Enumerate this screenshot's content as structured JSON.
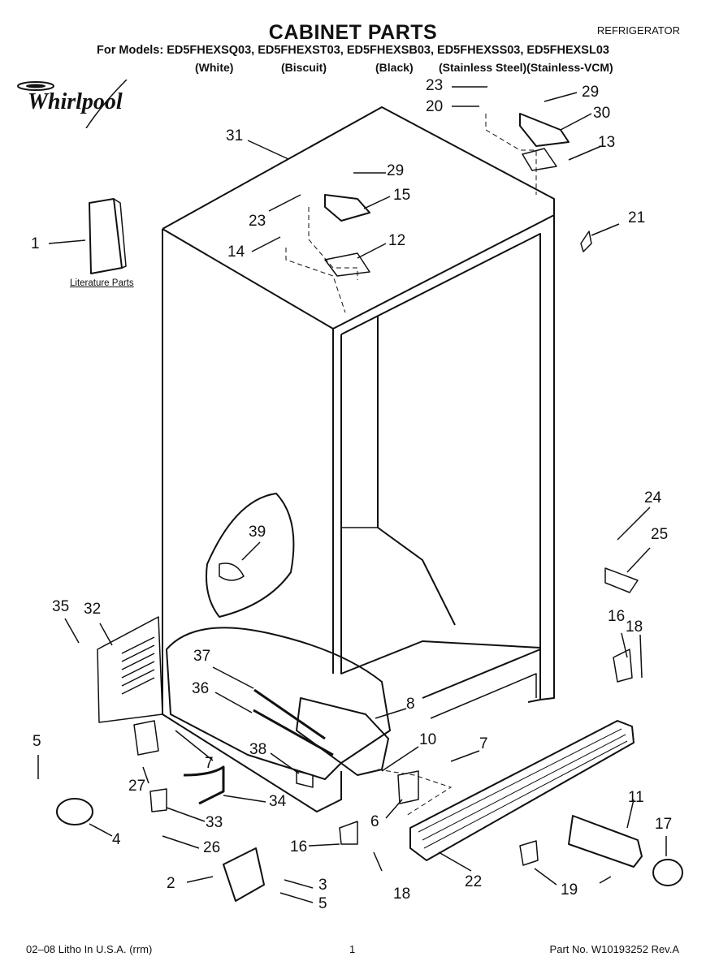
{
  "header": {
    "title": "CABINET PARTS",
    "category": "REFRIGERATOR",
    "models_line": "For Models: ED5FHEXSQ03, ED5FHEXST03, ED5FHEXSB03, ED5FHEXSS03, ED5FHEXSL03",
    "variants": [
      "(White)",
      "(Biscuit)",
      "(Black)",
      "(Stainless Steel)(Stainless-VCM)"
    ]
  },
  "brand": {
    "name": "Whirlpool"
  },
  "labels": {
    "literature": "Literature Parts"
  },
  "callouts": {
    "c1": "1",
    "c2": "2",
    "c3": "3",
    "c4": "4",
    "c5a": "5",
    "c5b": "5",
    "c6": "6",
    "c7a": "7",
    "c7b": "7",
    "c8": "8",
    "c10": "10",
    "c11": "11",
    "c12": "12",
    "c13": "13",
    "c14": "14",
    "c15": "15",
    "c16a": "16",
    "c16b": "16",
    "c17": "17",
    "c18a": "18",
    "c18b": "18",
    "c19": "19",
    "c20": "20",
    "c21": "21",
    "c22": "22",
    "c23a": "23",
    "c23b": "23",
    "c24": "24",
    "c25": "25",
    "c26": "26",
    "c27": "27",
    "c29a": "29",
    "c29b": "29",
    "c30": "30",
    "c31": "31",
    "c32": "32",
    "c33": "33",
    "c34": "34",
    "c35": "35",
    "c36": "36",
    "c37": "37",
    "c38": "38",
    "c39": "39"
  },
  "footer": {
    "left": "02–08 Litho In U.S.A. (rrm)",
    "page": "1",
    "part_no": "Part No. W10193252 Rev.A"
  }
}
